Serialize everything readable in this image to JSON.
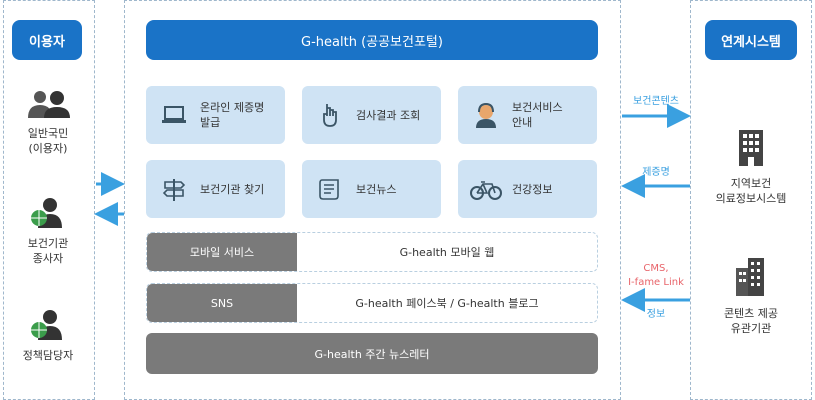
{
  "users": {
    "header": "이용자",
    "items": [
      {
        "label": "일반국민\n(이용자)"
      },
      {
        "label": "보건기관\n종사자"
      },
      {
        "label": "정책담당자"
      }
    ]
  },
  "portal": {
    "title": "G-health (공공보건포털)",
    "services": [
      {
        "label": "온라인 제증명\n발급",
        "icon": "laptop-icon"
      },
      {
        "label": "검사결과 조회",
        "icon": "hand-pointer-icon"
      },
      {
        "label": "보건서비스\n안내",
        "icon": "headset-agent-icon"
      },
      {
        "label": "보건기관 찾기",
        "icon": "signpost-icon"
      },
      {
        "label": "보건뉴스",
        "icon": "scroll-icon"
      },
      {
        "label": "건강정보",
        "icon": "bicycle-icon"
      }
    ],
    "rows": [
      {
        "left": "모바일 서비스",
        "right": "G-health 모바일 웹"
      },
      {
        "left": "SNS",
        "right": "G-health 페이스북 / G-health 블로그"
      }
    ],
    "newsletter": "G-health 주간 뉴스레터"
  },
  "systems": {
    "header": "연계시스템",
    "items": [
      {
        "label": "지역보건\n의료정보시스템",
        "icon": "building-icon"
      },
      {
        "label": "콘텐츠 제공\n유관기관",
        "icon": "skyscraper-icon"
      }
    ]
  },
  "flows": {
    "health_contents": "보건콘텐츠",
    "certificate": "제증명",
    "cms_link": "CMS,\nI-fame Link",
    "info": "정보"
  },
  "colors": {
    "header_blue": "#1a73c7",
    "service_bg": "#cfe3f4",
    "gray_bar": "#7a7a7a",
    "arrow_blue": "#3aa0e0",
    "label_red": "#e8646a"
  }
}
